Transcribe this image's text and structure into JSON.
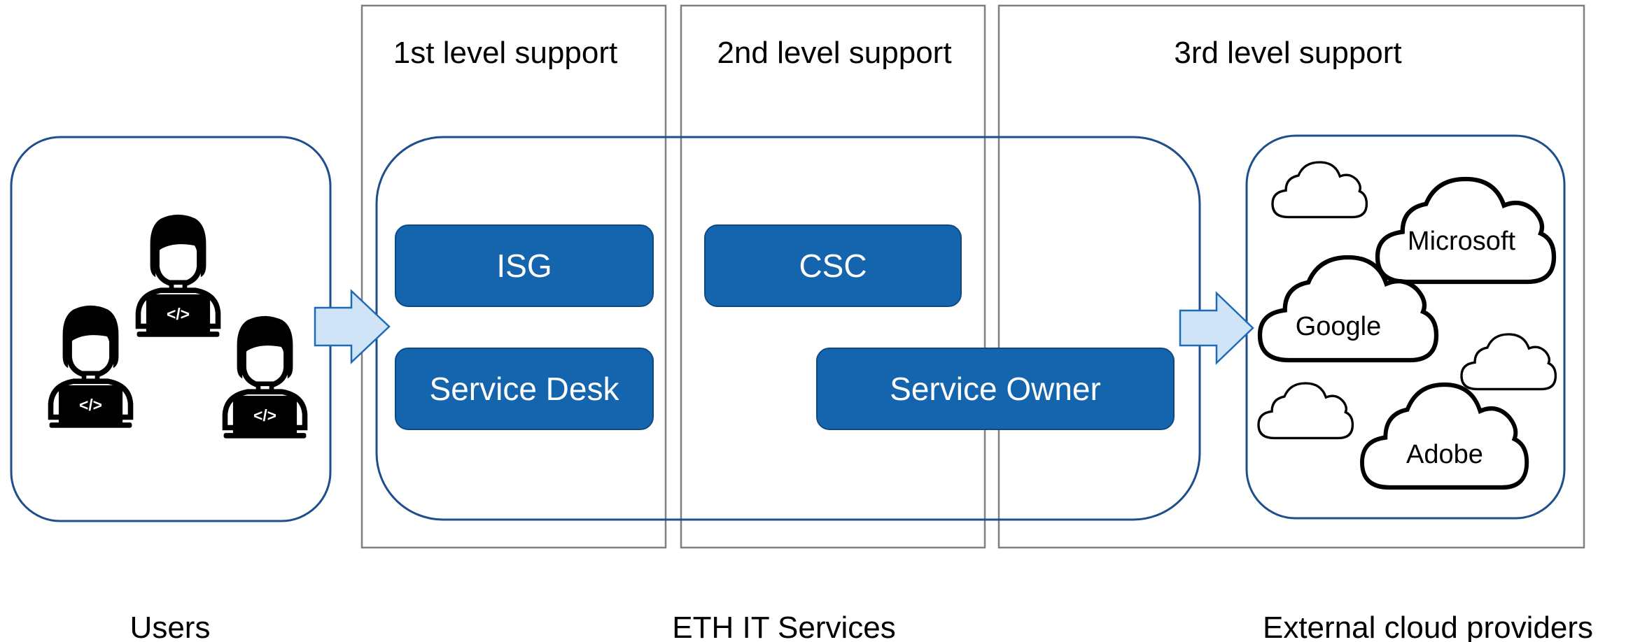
{
  "levels": [
    {
      "label": "1st level support"
    },
    {
      "label": "2nd level support"
    },
    {
      "label": "3rd level support"
    }
  ],
  "units": {
    "isg": "ISG",
    "csc": "CSC",
    "service_desk": "Service Desk",
    "service_owner": "Service Owner"
  },
  "providers": {
    "microsoft": "Microsoft",
    "google": "Google",
    "adobe": "Adobe"
  },
  "user_icon_glyph": "</>",
  "groups": {
    "users": "Users",
    "eth": "ETH IT Services",
    "external": "External cloud providers"
  },
  "colors": {
    "unit_fill": "#1565ae",
    "unit_stroke": "#0d4a85",
    "group_stroke": "#1e4f8c",
    "level_stroke": "#7f7f7f",
    "arrow_fill": "#cfe4f7",
    "arrow_stroke": "#1e6bb8"
  },
  "icons": [
    "user-coder-icon",
    "cloud-icon",
    "arrow-right-icon"
  ]
}
